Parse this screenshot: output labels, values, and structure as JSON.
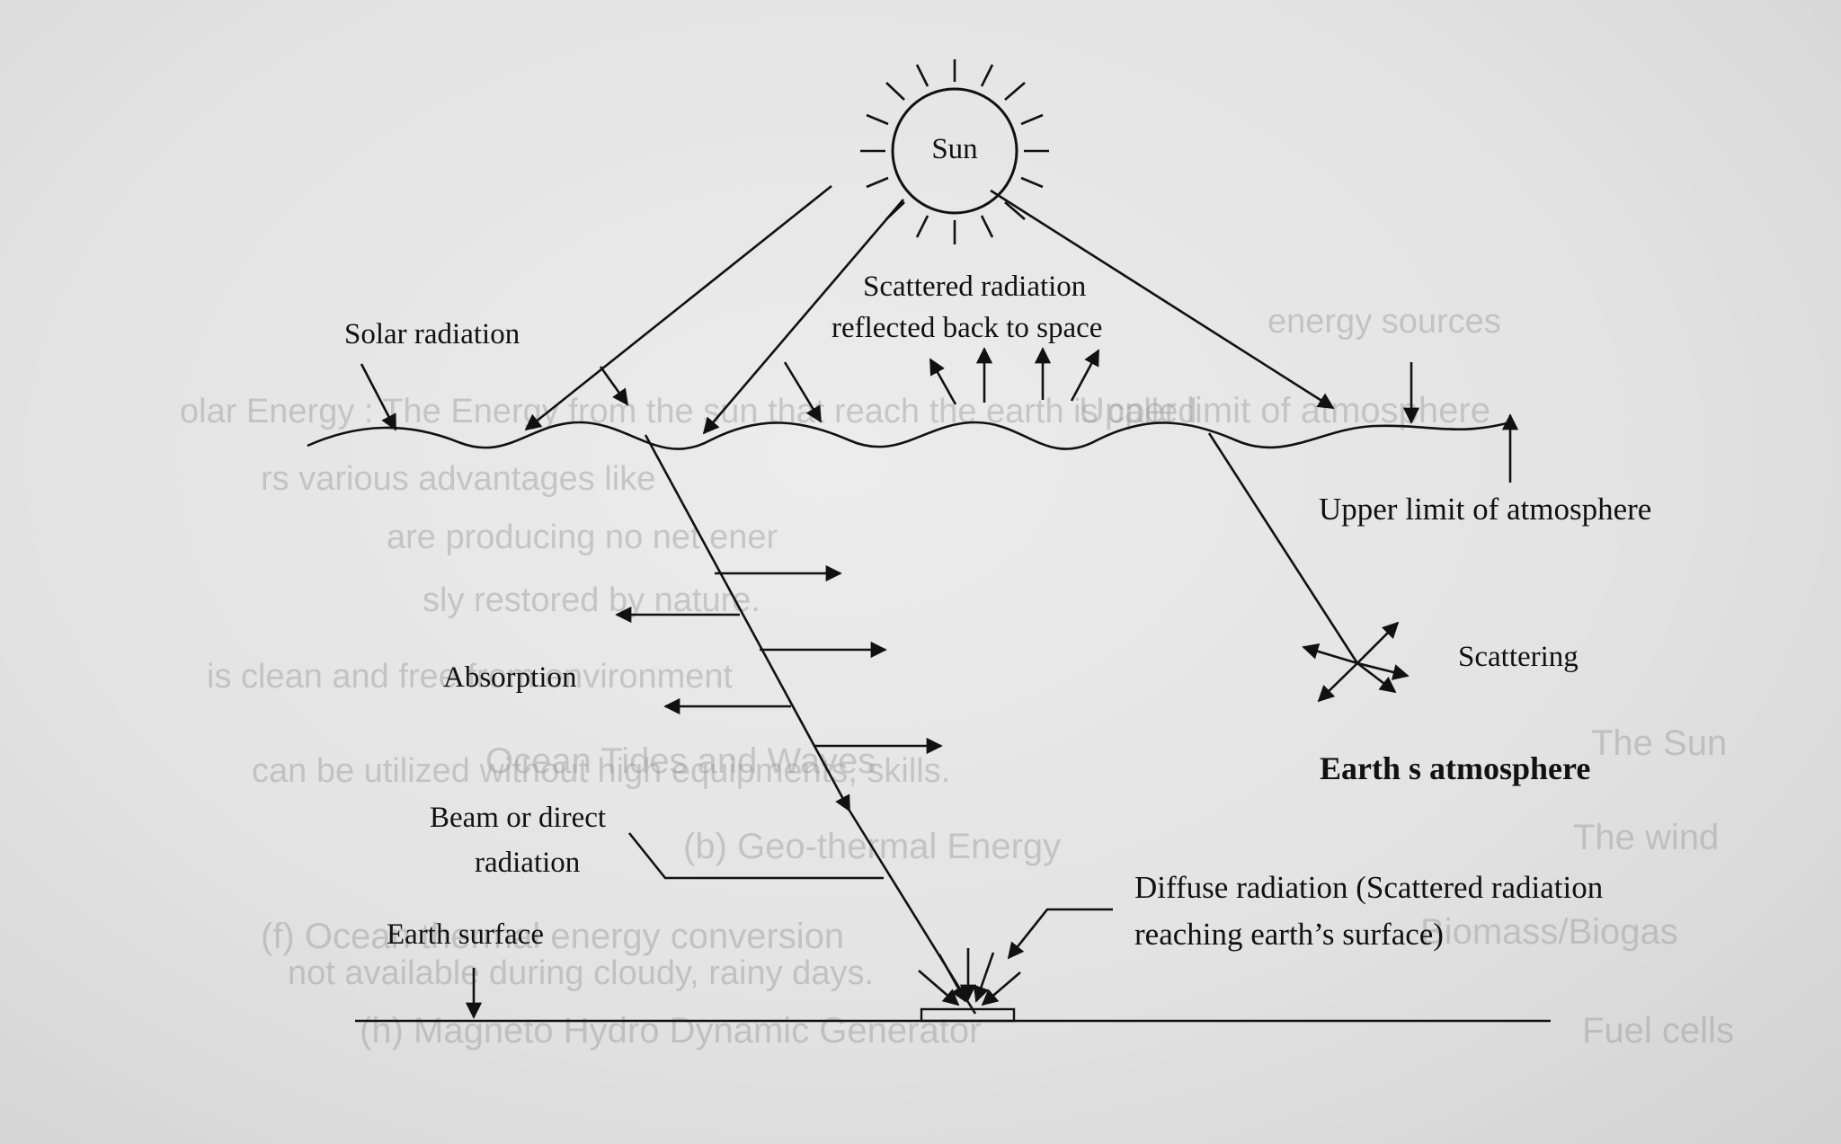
{
  "diagram": {
    "sun_label": "Sun",
    "labels": {
      "solar_radiation": "Solar radiation",
      "scattered_radiation_line1": "Scattered radiation",
      "scattered_radiation_line2": "reflected back to space",
      "upper_limit": "Upper limit of atmosphere",
      "absorption": "Absorption",
      "scattering": "Scattering",
      "earths_atmosphere": "Earth s atmosphere",
      "beam_line1": "Beam or direct",
      "beam_line2": "radiation",
      "earth_surface": "Earth surface",
      "diffuse_line1": "Diffuse radiation (Scattered radiation",
      "diffuse_line2": "reaching earth’s surface)"
    }
  },
  "bleed_through": [
    "are producing no net ener",
    "sly restored by nature.",
    "energy sources",
    "Ocean Tides and Waves",
    "(b) Geo-thermal Energy",
    "(f) Ocean thermal energy conversion",
    "(h) Magneto Hydro Dynamic Generator",
    "The Sun",
    "The wind",
    "Biomass/Biogas",
    "Upper limit of atmosphere",
    "Fuel cells",
    "olar Energy : The Energy from the sun that reach the earth is called",
    "rs various advantages like",
    "is clean and free from environment",
    "can be utilized without high equipments, skills.",
    "not available during cloudy, rainy days."
  ]
}
